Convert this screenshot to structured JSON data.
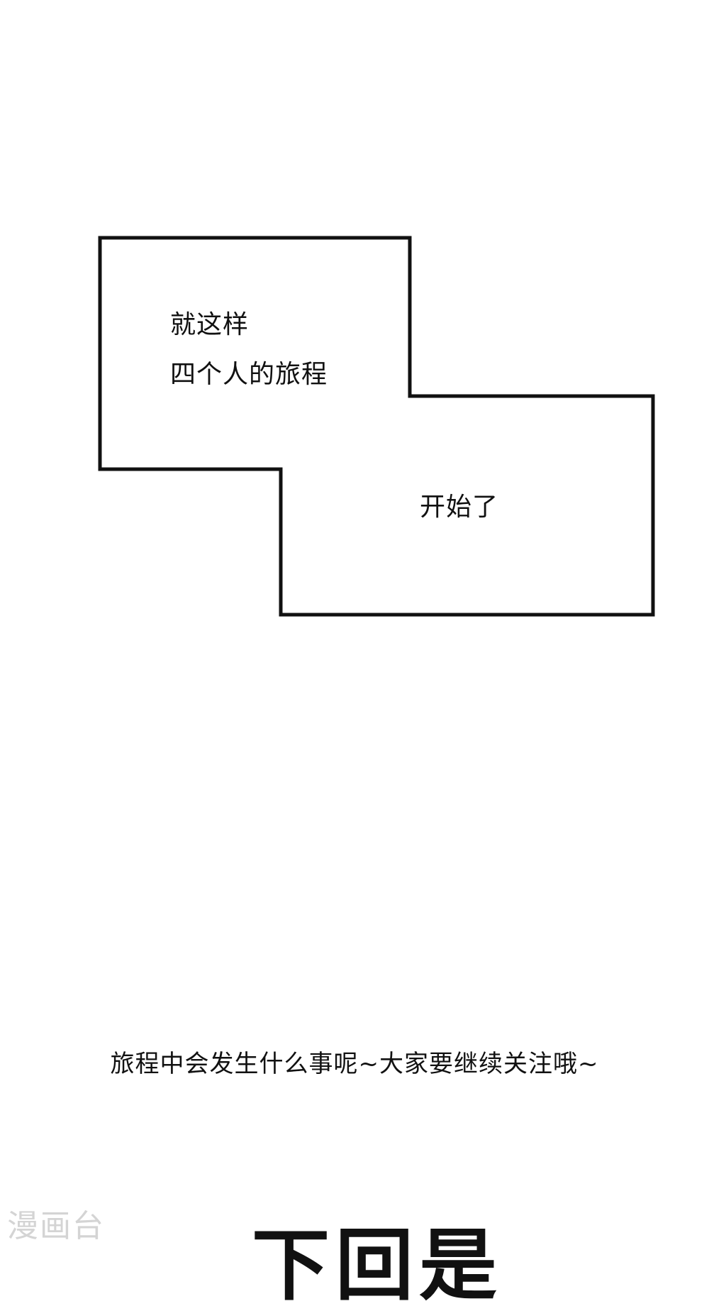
{
  "panel": {
    "lines": [
      "就这样",
      "四个人的旅程",
      "开始了"
    ]
  },
  "teaser": "旅程中会发生什么事呢~大家要继续关注哦~",
  "watermark": "漫画台",
  "next_title": "下回是"
}
